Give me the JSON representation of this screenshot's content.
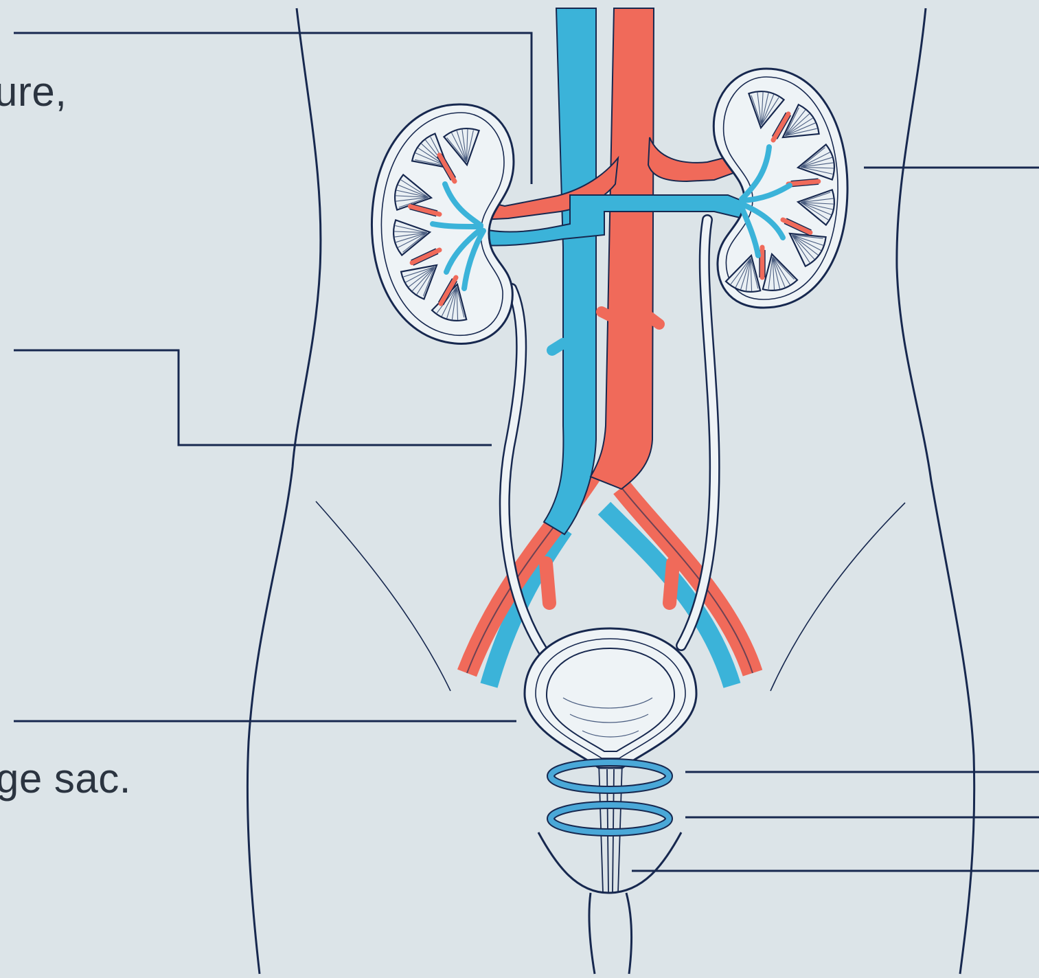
{
  "labels": {
    "fragment_top_left": "ure,",
    "fragment_bottom_left": "ge sac."
  },
  "colors": {
    "background": "#dce4e8",
    "outline": "#17284f",
    "vein": "#3bb3d9",
    "artery": "#f06a5a",
    "sphincter": "#4aa8d8",
    "kidney_fill": "#eef3f6",
    "text": "#2b3440"
  },
  "structures": [
    "body-outline",
    "kidney-left",
    "kidney-right",
    "inferior-vena-cava",
    "aorta",
    "renal-vein",
    "renal-artery",
    "ureter-left",
    "ureter-right",
    "iliac-artery-left",
    "iliac-artery-right",
    "iliac-vein-left",
    "iliac-vein-right",
    "bladder",
    "internal-sphincter",
    "external-sphincter",
    "urethra",
    "pelvic-floor",
    "leader-lines"
  ]
}
